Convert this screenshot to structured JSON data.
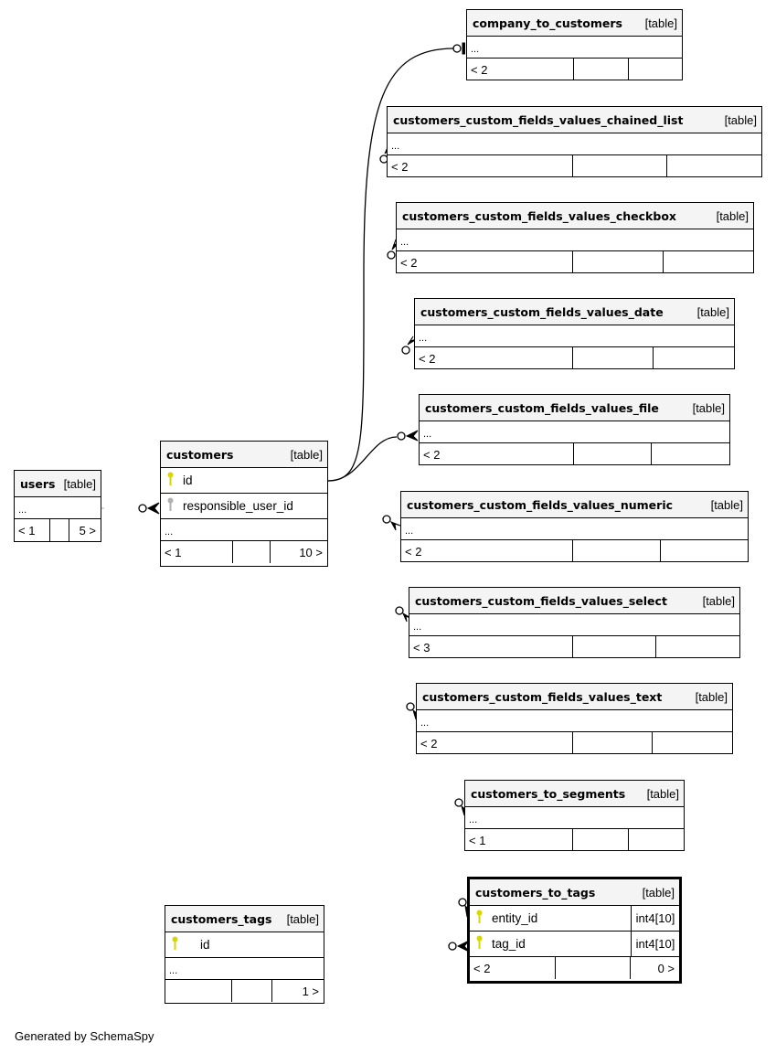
{
  "diagram": {
    "generated_by": "Generated by SchemaSpy",
    "kind_label": "[table]",
    "ellipsis": "...",
    "key_icon_colors": {
      "primary": "#d6d600",
      "foreign": "#b0b0b0"
    }
  },
  "tables": {
    "company_to_customers": {
      "name": "company_to_customers",
      "kind": "[table]",
      "ellipsis": "...",
      "parents": "< 2",
      "mid": "",
      "children": ""
    },
    "chained_list": {
      "name": "customers_custom_fields_values_chained_list",
      "kind": "[table]",
      "ellipsis": "...",
      "parents": "< 2",
      "mid": "",
      "children": ""
    },
    "checkbox": {
      "name": "customers_custom_fields_values_checkbox",
      "kind": "[table]",
      "ellipsis": "...",
      "parents": "< 2",
      "mid": "",
      "children": ""
    },
    "date": {
      "name": "customers_custom_fields_values_date",
      "kind": "[table]",
      "ellipsis": "...",
      "parents": "< 2",
      "mid": "",
      "children": ""
    },
    "file": {
      "name": "customers_custom_fields_values_file",
      "kind": "[table]",
      "ellipsis": "...",
      "parents": "< 2",
      "mid": "",
      "children": ""
    },
    "numeric": {
      "name": "customers_custom_fields_values_numeric",
      "kind": "[table]",
      "ellipsis": "...",
      "parents": "< 2",
      "mid": "",
      "children": ""
    },
    "select": {
      "name": "customers_custom_fields_values_select",
      "kind": "[table]",
      "ellipsis": "...",
      "parents": "< 3",
      "mid": "",
      "children": ""
    },
    "text": {
      "name": "customers_custom_fields_values_text",
      "kind": "[table]",
      "ellipsis": "...",
      "parents": "< 2",
      "mid": "",
      "children": ""
    },
    "segments": {
      "name": "customers_to_segments",
      "kind": "[table]",
      "ellipsis": "...",
      "parents": "< 1",
      "mid": "",
      "children": ""
    },
    "users": {
      "name": "users",
      "kind": "[table]",
      "ellipsis": "...",
      "parents": "< 1",
      "mid": "",
      "children": "5 >"
    },
    "customers": {
      "name": "customers",
      "kind": "[table]",
      "columns": [
        {
          "name": "id",
          "key": "primary"
        },
        {
          "name": "responsible_user_id",
          "key": "foreign"
        }
      ],
      "ellipsis": "...",
      "parents": "< 1",
      "mid": "",
      "children": "10 >"
    },
    "customers_tags": {
      "name": "customers_tags",
      "kind": "[table]",
      "columns": [
        {
          "name": "id",
          "key": "primary"
        }
      ],
      "ellipsis": "...",
      "parents": "",
      "mid": "",
      "children": "1 >"
    },
    "customers_to_tags": {
      "name": "customers_to_tags",
      "kind": "[table]",
      "columns": [
        {
          "name": "entity_id",
          "key": "primary",
          "type": "int4[10]"
        },
        {
          "name": "tag_id",
          "key": "primary",
          "type": "int4[10]"
        }
      ],
      "parents": "< 2",
      "mid": "",
      "children": "0 >"
    }
  }
}
